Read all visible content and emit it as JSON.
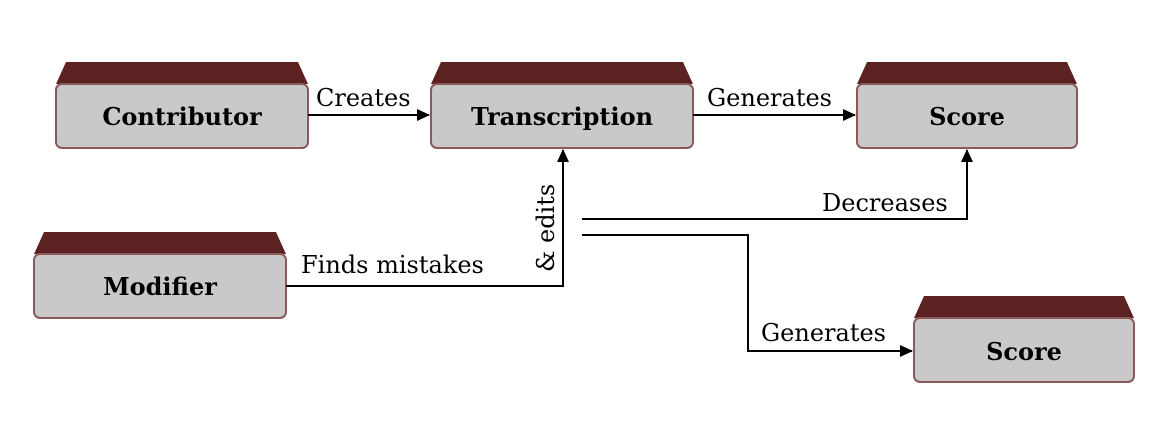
{
  "colors": {
    "box_top": "#5c2221",
    "box_top_dark": "#3f1413",
    "box_face": "#c9c9c9",
    "box_border": "#8a5a5a",
    "line": "#000000"
  },
  "nodes": {
    "contributor": "Contributor",
    "transcription": "Transcription",
    "score_top": "Score",
    "modifier": "Modifier",
    "score_bottom": "Score"
  },
  "edges": {
    "creates": "Creates",
    "generates_top": "Generates",
    "finds_mistakes": "Finds mistakes",
    "edits": "& edits",
    "decreases": "Decreases",
    "generates_bottom": "Generates"
  }
}
